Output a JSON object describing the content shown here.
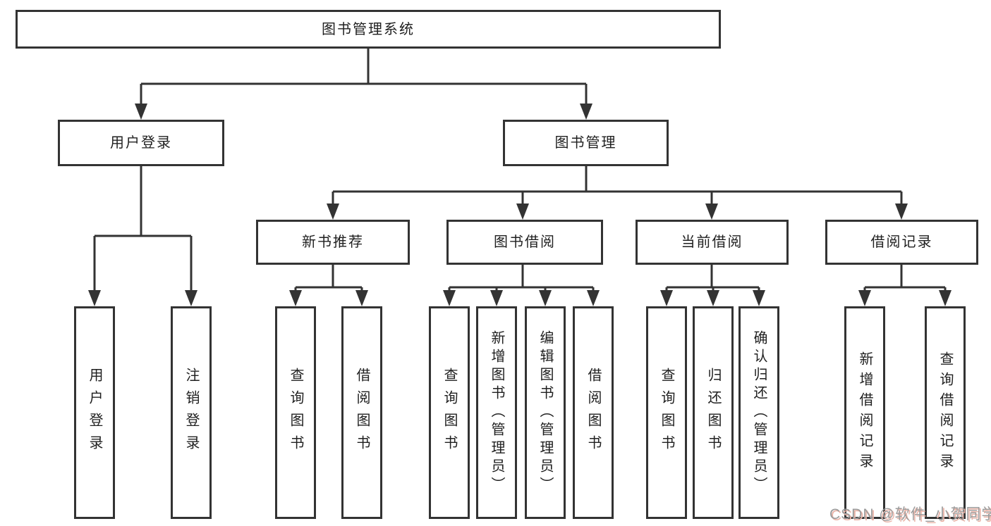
{
  "colors": {
    "line": "#333333",
    "box_border": "#333333",
    "text": "#1f1f1f",
    "background": "#ffffff",
    "watermark_text": "#9c9c9c",
    "watermark_shadow": "#eab3a7"
  },
  "nodes": {
    "root": "图书管理系统",
    "l2": [
      "用户登录",
      "图书管理"
    ],
    "l3": [
      "新书推荐",
      "图书借阅",
      "当前借阅",
      "借阅记录"
    ],
    "leaves": [
      "用户登录",
      "注销登录",
      "查询图书",
      "借阅图书",
      "查询图书",
      "新增图书（管理员）",
      "编辑图书（管理员）",
      "借阅图书",
      "查询图书",
      "归还图书",
      "确认归还（管理员）",
      "新增借阅记录",
      "查询借阅记录"
    ]
  },
  "hierarchy": {
    "图书管理系统": [
      "用户登录",
      "图书管理"
    ],
    "用户登录": [
      "用户登录",
      "注销登录"
    ],
    "图书管理": [
      "新书推荐",
      "图书借阅",
      "当前借阅",
      "借阅记录"
    ],
    "新书推荐": [
      "查询图书",
      "借阅图书"
    ],
    "图书借阅": [
      "查询图书",
      "新增图书（管理员）",
      "编辑图书（管理员）",
      "借阅图书"
    ],
    "当前借阅": [
      "查询图书",
      "归还图书",
      "确认归还（管理员）"
    ],
    "借阅记录": [
      "新增借阅记录",
      "查询借阅记录"
    ]
  },
  "watermark": "CSDN @软件_小贺同学"
}
